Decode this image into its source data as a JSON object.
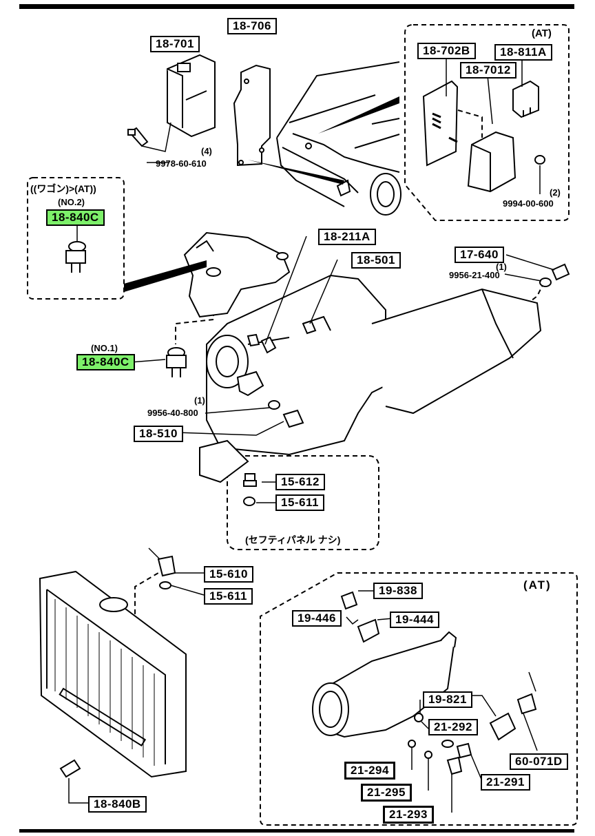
{
  "labels": {
    "p18_701": "18-701",
    "p18_706": "18-706",
    "p9978_60_610": "9978-60-610",
    "qty4": "(4)",
    "at_top": "(AT)",
    "p18_702B": "18-702B",
    "p18_811A": "18-811A",
    "p18_7012": "18-7012",
    "qty2": "(2)",
    "p9994_00_600": "9994-00-600",
    "wagon_at": "((ワゴン)>(AT))",
    "no2": "(NO.2)",
    "p18_840C_top": "18-840C",
    "p18_211A": "18-211A",
    "p18_501": "18-501",
    "p17_640": "17-640",
    "qty1_a": "(1)",
    "p9956_21_400": "9956-21-400",
    "no1": "(NO.1)",
    "p18_840C_mid": "18-840C",
    "qty1_b": "(1)",
    "p9956_40_800": "9956-40-800",
    "p18_510": "18-510",
    "p15_612": "15-612",
    "p15_611_a": "15-611",
    "safety_note": "(セフティパネル ナシ)",
    "p15_610": "15-610",
    "p15_611_b": "15-611",
    "at_bottom": "(AT)",
    "p19_838": "19-838",
    "p19_446": "19-446",
    "p19_444": "19-444",
    "p19_821": "19-821",
    "p21_292": "21-292",
    "p21_294": "21-294",
    "p21_295": "21-295",
    "p21_293": "21-293",
    "p21_291": "21-291",
    "p60_071D": "60-071D",
    "p18_840B": "18-840B"
  },
  "colors": {
    "highlight": "#7df06a",
    "ink": "#000000",
    "paper": "#ffffff"
  }
}
